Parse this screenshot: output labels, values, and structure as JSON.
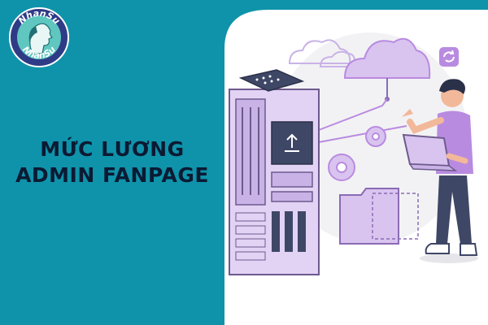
{
  "headline": {
    "line1": "MỨC LƯƠNG",
    "line2": "ADMIN FANPAGE"
  },
  "logo": {
    "top_text": "NhanSu",
    "bottom_text": "NhanSu"
  },
  "colors": {
    "background": "#0f93aa",
    "panel": "#ffffff",
    "accent": "#b98be0",
    "headline": "#0b1a33"
  }
}
